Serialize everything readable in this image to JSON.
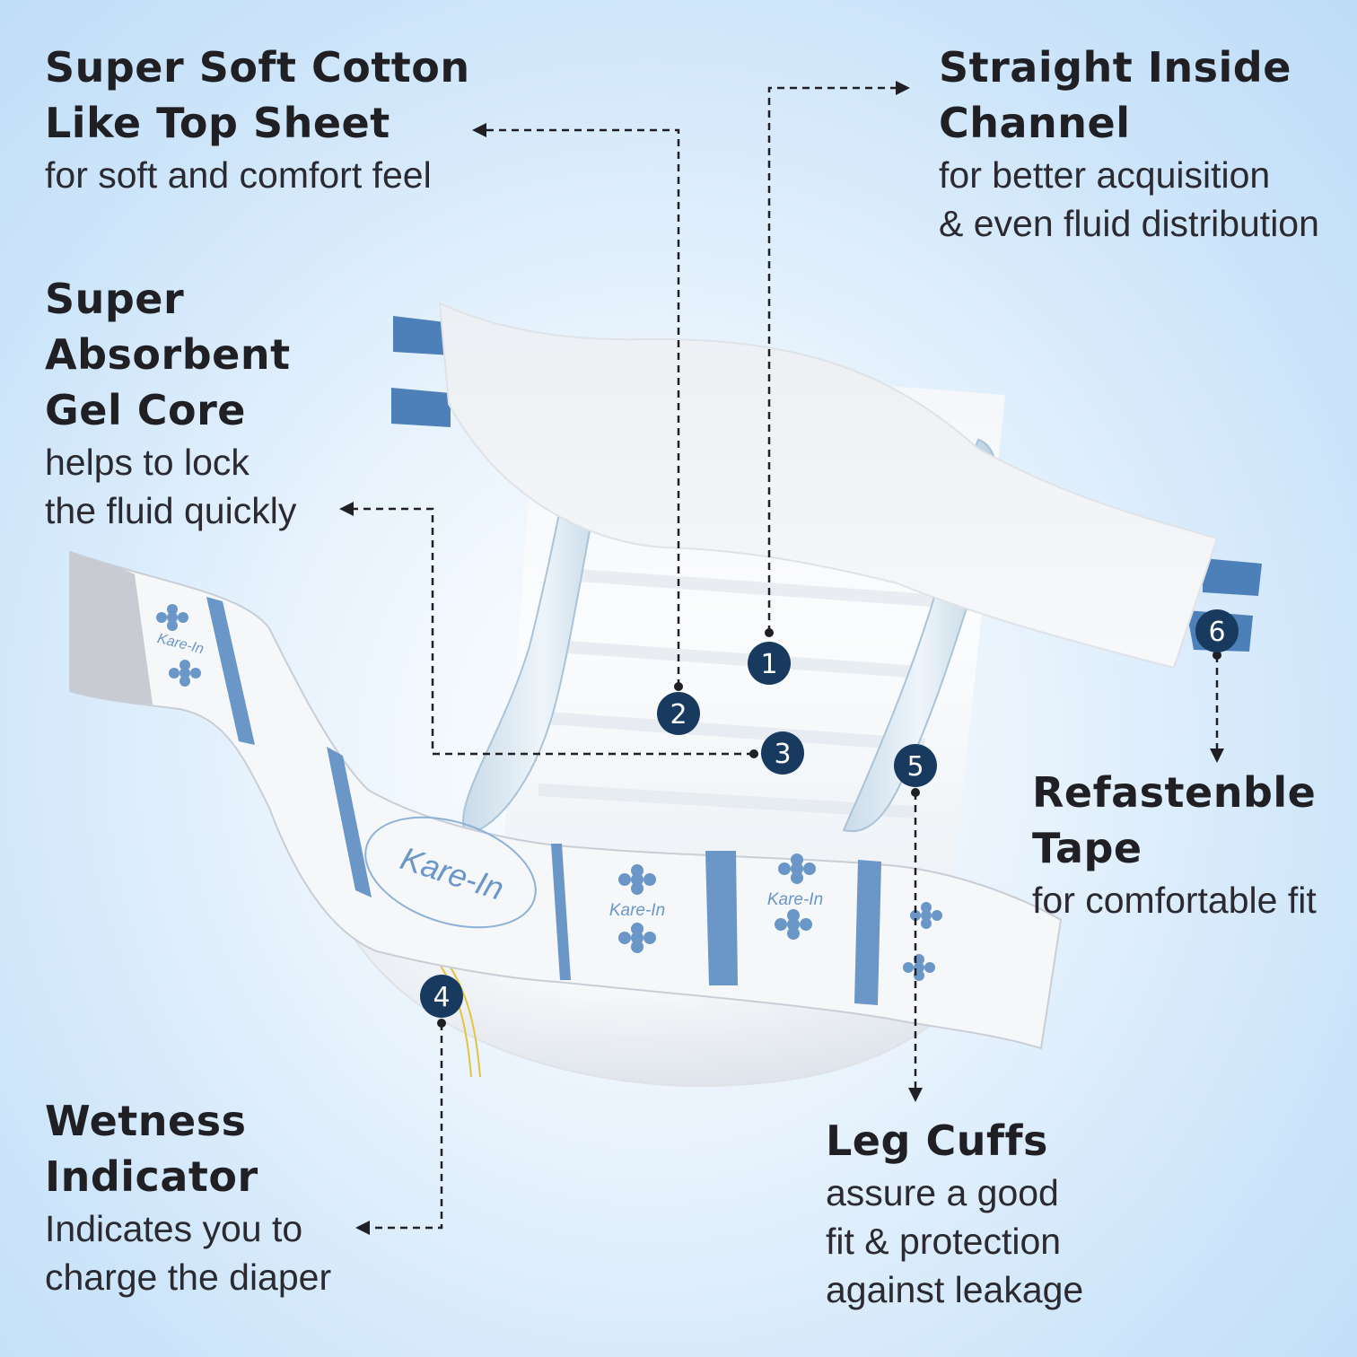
{
  "features": {
    "top_sheet": {
      "title": [
        "Super Soft Cotton",
        "Like Top Sheet"
      ],
      "sub": [
        "for soft and comfort feel"
      ]
    },
    "channel": {
      "title": [
        "Straight Inside",
        "Channel"
      ],
      "sub": [
        "for better acquisition",
        "& even fluid distribution"
      ]
    },
    "gel_core": {
      "title": [
        "Super",
        "Absorbent",
        "Gel Core"
      ],
      "sub": [
        "helps to lock",
        "the fluid quickly"
      ]
    },
    "tape": {
      "title": [
        "Refastenble",
        "Tape"
      ],
      "sub": [
        "for comfortable fit"
      ]
    },
    "wetness": {
      "title": [
        "Wetness",
        "Indicator"
      ],
      "sub": [
        "Indicates you to",
        "charge the diaper"
      ]
    },
    "leg_cuffs": {
      "title": [
        "Leg Cuffs"
      ],
      "sub": [
        "assure a good",
        "fit & protection",
        "against leakage"
      ]
    }
  },
  "markers": [
    "1",
    "2",
    "3",
    "4",
    "5",
    "6"
  ],
  "brand": "Kare-In",
  "colors": {
    "navy": "#173a5e",
    "blue": "#6a96c8",
    "tape": "#4d7fb8",
    "text": "#1f1f24"
  }
}
